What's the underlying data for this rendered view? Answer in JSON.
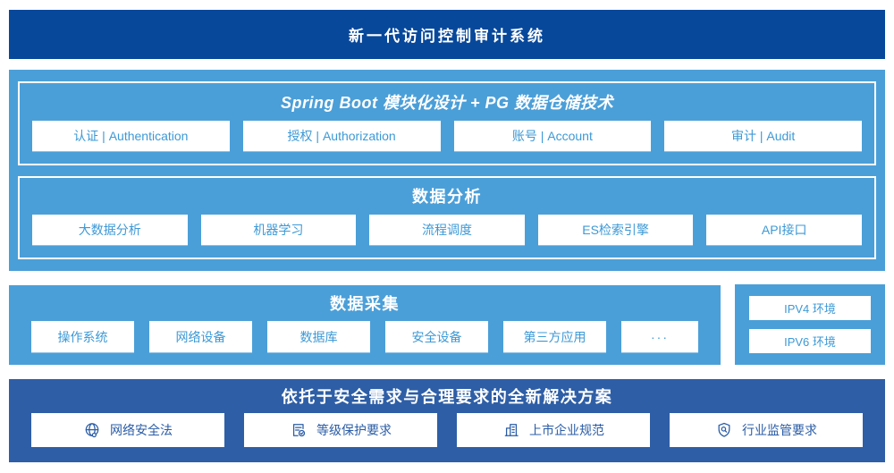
{
  "banner": {
    "title": "新一代访问控制审计系统"
  },
  "platform": {
    "modules_band": {
      "title": "Spring Boot 模块化设计 + PG 数据仓储技术",
      "items": [
        "认证 | Authentication",
        "授权 | Authorization",
        "账号 | Account",
        "审计 | Audit"
      ]
    },
    "analysis_band": {
      "title": "数据分析",
      "items": [
        "大数据分析",
        "机器学习",
        "流程调度",
        "ES检索引擎",
        "API接口"
      ]
    }
  },
  "collection_band": {
    "title": "数据采集",
    "items": [
      "操作系统",
      "网络设备",
      "数据库",
      "安全设备",
      "第三方应用",
      "···"
    ]
  },
  "network_box": {
    "items": [
      "IPV4 环境",
      "IPV6 环境"
    ]
  },
  "solution_band": {
    "title": "依托于安全需求与合理要求的全新解决方案",
    "items": [
      {
        "icon": "globe-icon",
        "label": "网络安全法"
      },
      {
        "icon": "document-check-icon",
        "label": "等级保护要求"
      },
      {
        "icon": "building-icon",
        "label": "上市企业规范"
      },
      {
        "icon": "shield-search-icon",
        "label": "行业监管要求"
      }
    ]
  },
  "colors": {
    "banner_blue": "#07489B",
    "light_blue": "#4B9FD8",
    "solution_blue": "#2E5EA6",
    "light_button_text": "#3D99D6",
    "solution_button_text": "#2A5CA6"
  }
}
